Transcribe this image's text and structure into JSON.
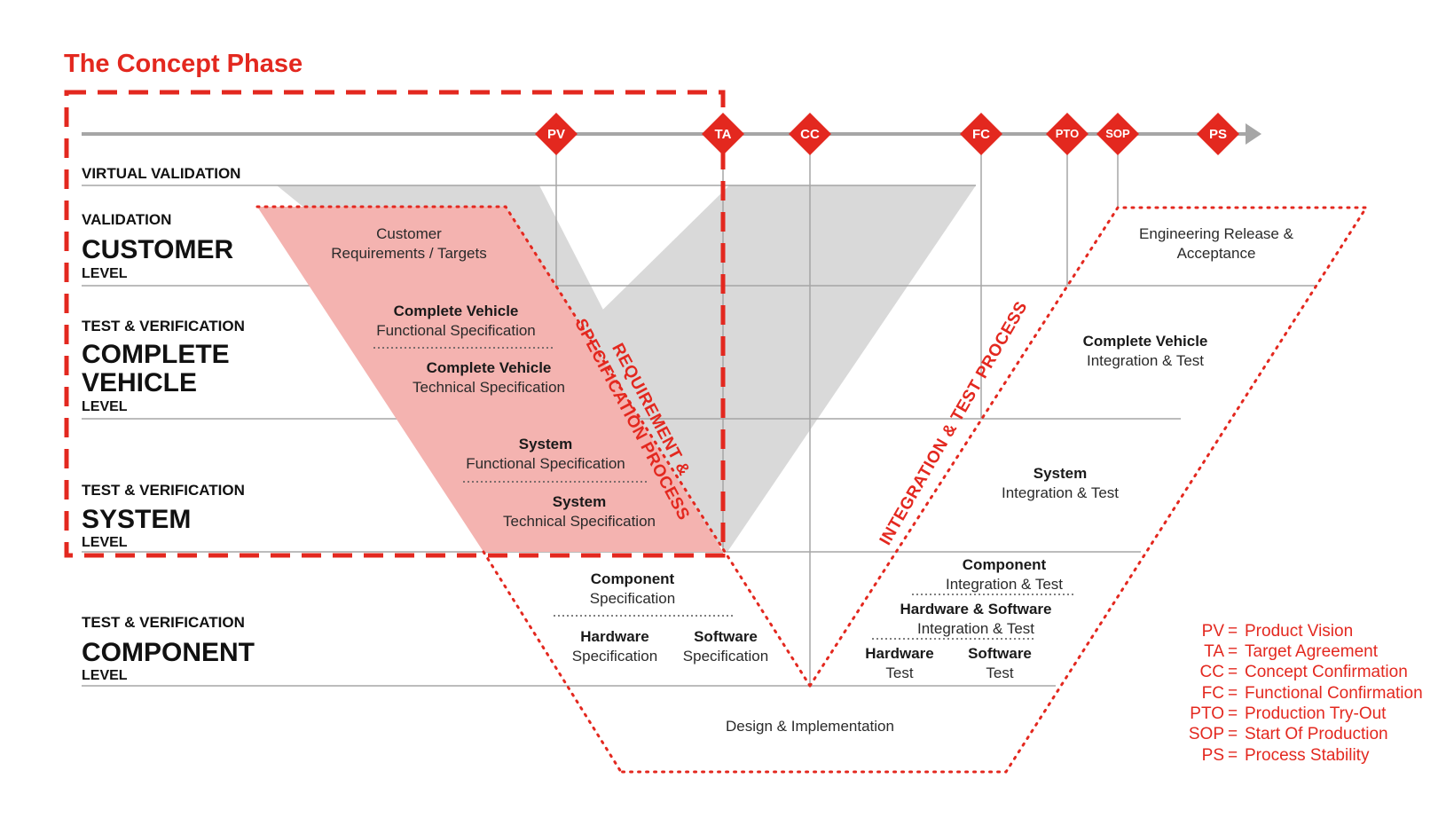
{
  "title": "The Concept Phase",
  "colors": {
    "accent": "#e3281f",
    "concept_fill": "#f4b3b0",
    "v_gray": "#d9d9d9",
    "line": "#a6a6a6"
  },
  "milestones": [
    "PV",
    "TA",
    "CC",
    "FC",
    "PTO",
    "SOP",
    "PS"
  ],
  "levels": {
    "virtual_validation": "VIRTUAL VALIDATION",
    "customer": {
      "small": "VALIDATION",
      "big": "CUSTOMER",
      "tag": "LEVEL"
    },
    "vehicle": {
      "small": "TEST & VERIFICATION",
      "big1": "COMPLETE",
      "big2": "VEHICLE",
      "tag": "LEVEL"
    },
    "system": {
      "small": "TEST & VERIFICATION",
      "big": "SYSTEM",
      "tag": "LEVEL"
    },
    "component": {
      "small": "TEST & VERIFICATION",
      "big": "COMPONENT",
      "tag": "LEVEL"
    }
  },
  "left_boxes": {
    "customer_req_1": "Customer",
    "customer_req_2": "Requirements / Targets",
    "cv_func_title": "Complete Vehicle",
    "cv_func_sub": "Functional Specification",
    "cv_tech_title": "Complete Vehicle",
    "cv_tech_sub": "Technical Specification",
    "sys_func_title": "System",
    "sys_func_sub": "Functional Specification",
    "sys_tech_title": "System",
    "sys_tech_sub": "Technical Specification",
    "comp_spec_title": "Component",
    "comp_spec_sub": "Specification",
    "hw_spec_title": "Hardware",
    "hw_spec_sub": "Specification",
    "sw_spec_title": "Software",
    "sw_spec_sub": "Specification"
  },
  "right_boxes": {
    "eng_release_1": "Engineering Release &",
    "eng_release_2": "Acceptance",
    "cv_int_title": "Complete Vehicle",
    "cv_int_sub": "Integration & Test",
    "sys_int_title": "System",
    "sys_int_sub": "Integration & Test",
    "comp_int_title": "Component",
    "comp_int_sub": "Integration & Test",
    "hwsw_int_title": "Hardware & Software",
    "hwsw_int_sub": "Integration & Test",
    "hw_test_title": "Hardware",
    "hw_test_sub": "Test",
    "sw_test_title": "Software",
    "sw_test_sub": "Test"
  },
  "design_impl": "Design & Implementation",
  "process_left_1": "REQUIREMENT &",
  "process_left_2": "SPECIFICATION PROCESS",
  "process_right": "INTEGRATION & TEST PROCESS",
  "legend": [
    {
      "abbr": "PV",
      "text": "Product Vision"
    },
    {
      "abbr": "TA",
      "text": "Target Agreement"
    },
    {
      "abbr": "CC",
      "text": "Concept Confirmation"
    },
    {
      "abbr": "FC",
      "text": "Functional Confirmation"
    },
    {
      "abbr": "PTO",
      "text": "Production Try-Out"
    },
    {
      "abbr": "SOP",
      "text": "Start Of Production"
    },
    {
      "abbr": "PS",
      "text": "Process Stability"
    }
  ]
}
